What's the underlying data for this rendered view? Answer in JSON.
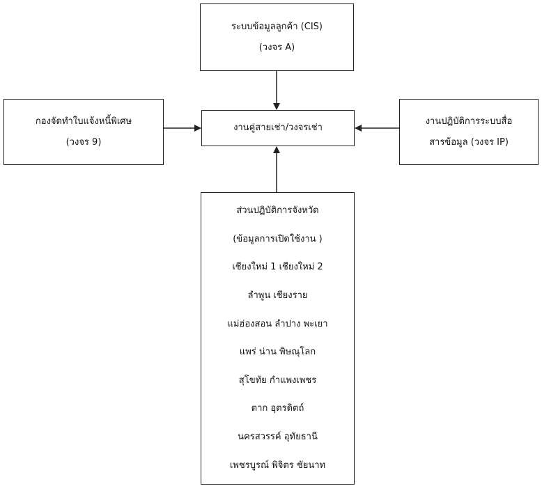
{
  "nodes": {
    "top": {
      "lines": [
        "ระบบข้อมูลลูกค้า (CIS)",
        "(วงจร A)"
      ]
    },
    "left": {
      "lines": [
        "กองจัดทำใบแจ้งหนี้พิเศษ",
        "(วงจร 9)"
      ]
    },
    "center": {
      "lines": [
        "งานคู่สายเช่า/วงจรเช่า"
      ]
    },
    "right": {
      "lines": [
        "งานปฏิบัติการระบบสื่อ",
        "สารข้อมูล (วงจร IP)"
      ]
    },
    "bottom": {
      "lines": [
        "ส่วนปฏิบัติการจังหวัด",
        "(ข้อมูลการเปิดใช้งาน )",
        "เชียงใหม่ 1 เชียงใหม่ 2",
        "ลำพูน เชียงราย",
        "แม่ฮ่องสอน ลำปาง พะเยา",
        "แพร่ น่าน  พิษณุโลก",
        "สุโขทัย  กำแพงเพชร",
        "ตาก อุตรดิตถ์",
        "นครสวรรค์  อุทัยธานี",
        "เพชรบูรณ์  พิจิตร ชัยนาท"
      ]
    }
  },
  "edges": [
    {
      "from": "top",
      "to": "center"
    },
    {
      "from": "left",
      "to": "center"
    },
    {
      "from": "right",
      "to": "center"
    },
    {
      "from": "bottom",
      "to": "center"
    }
  ],
  "colors": {
    "line": "#222222",
    "background": "#ffffff"
  }
}
